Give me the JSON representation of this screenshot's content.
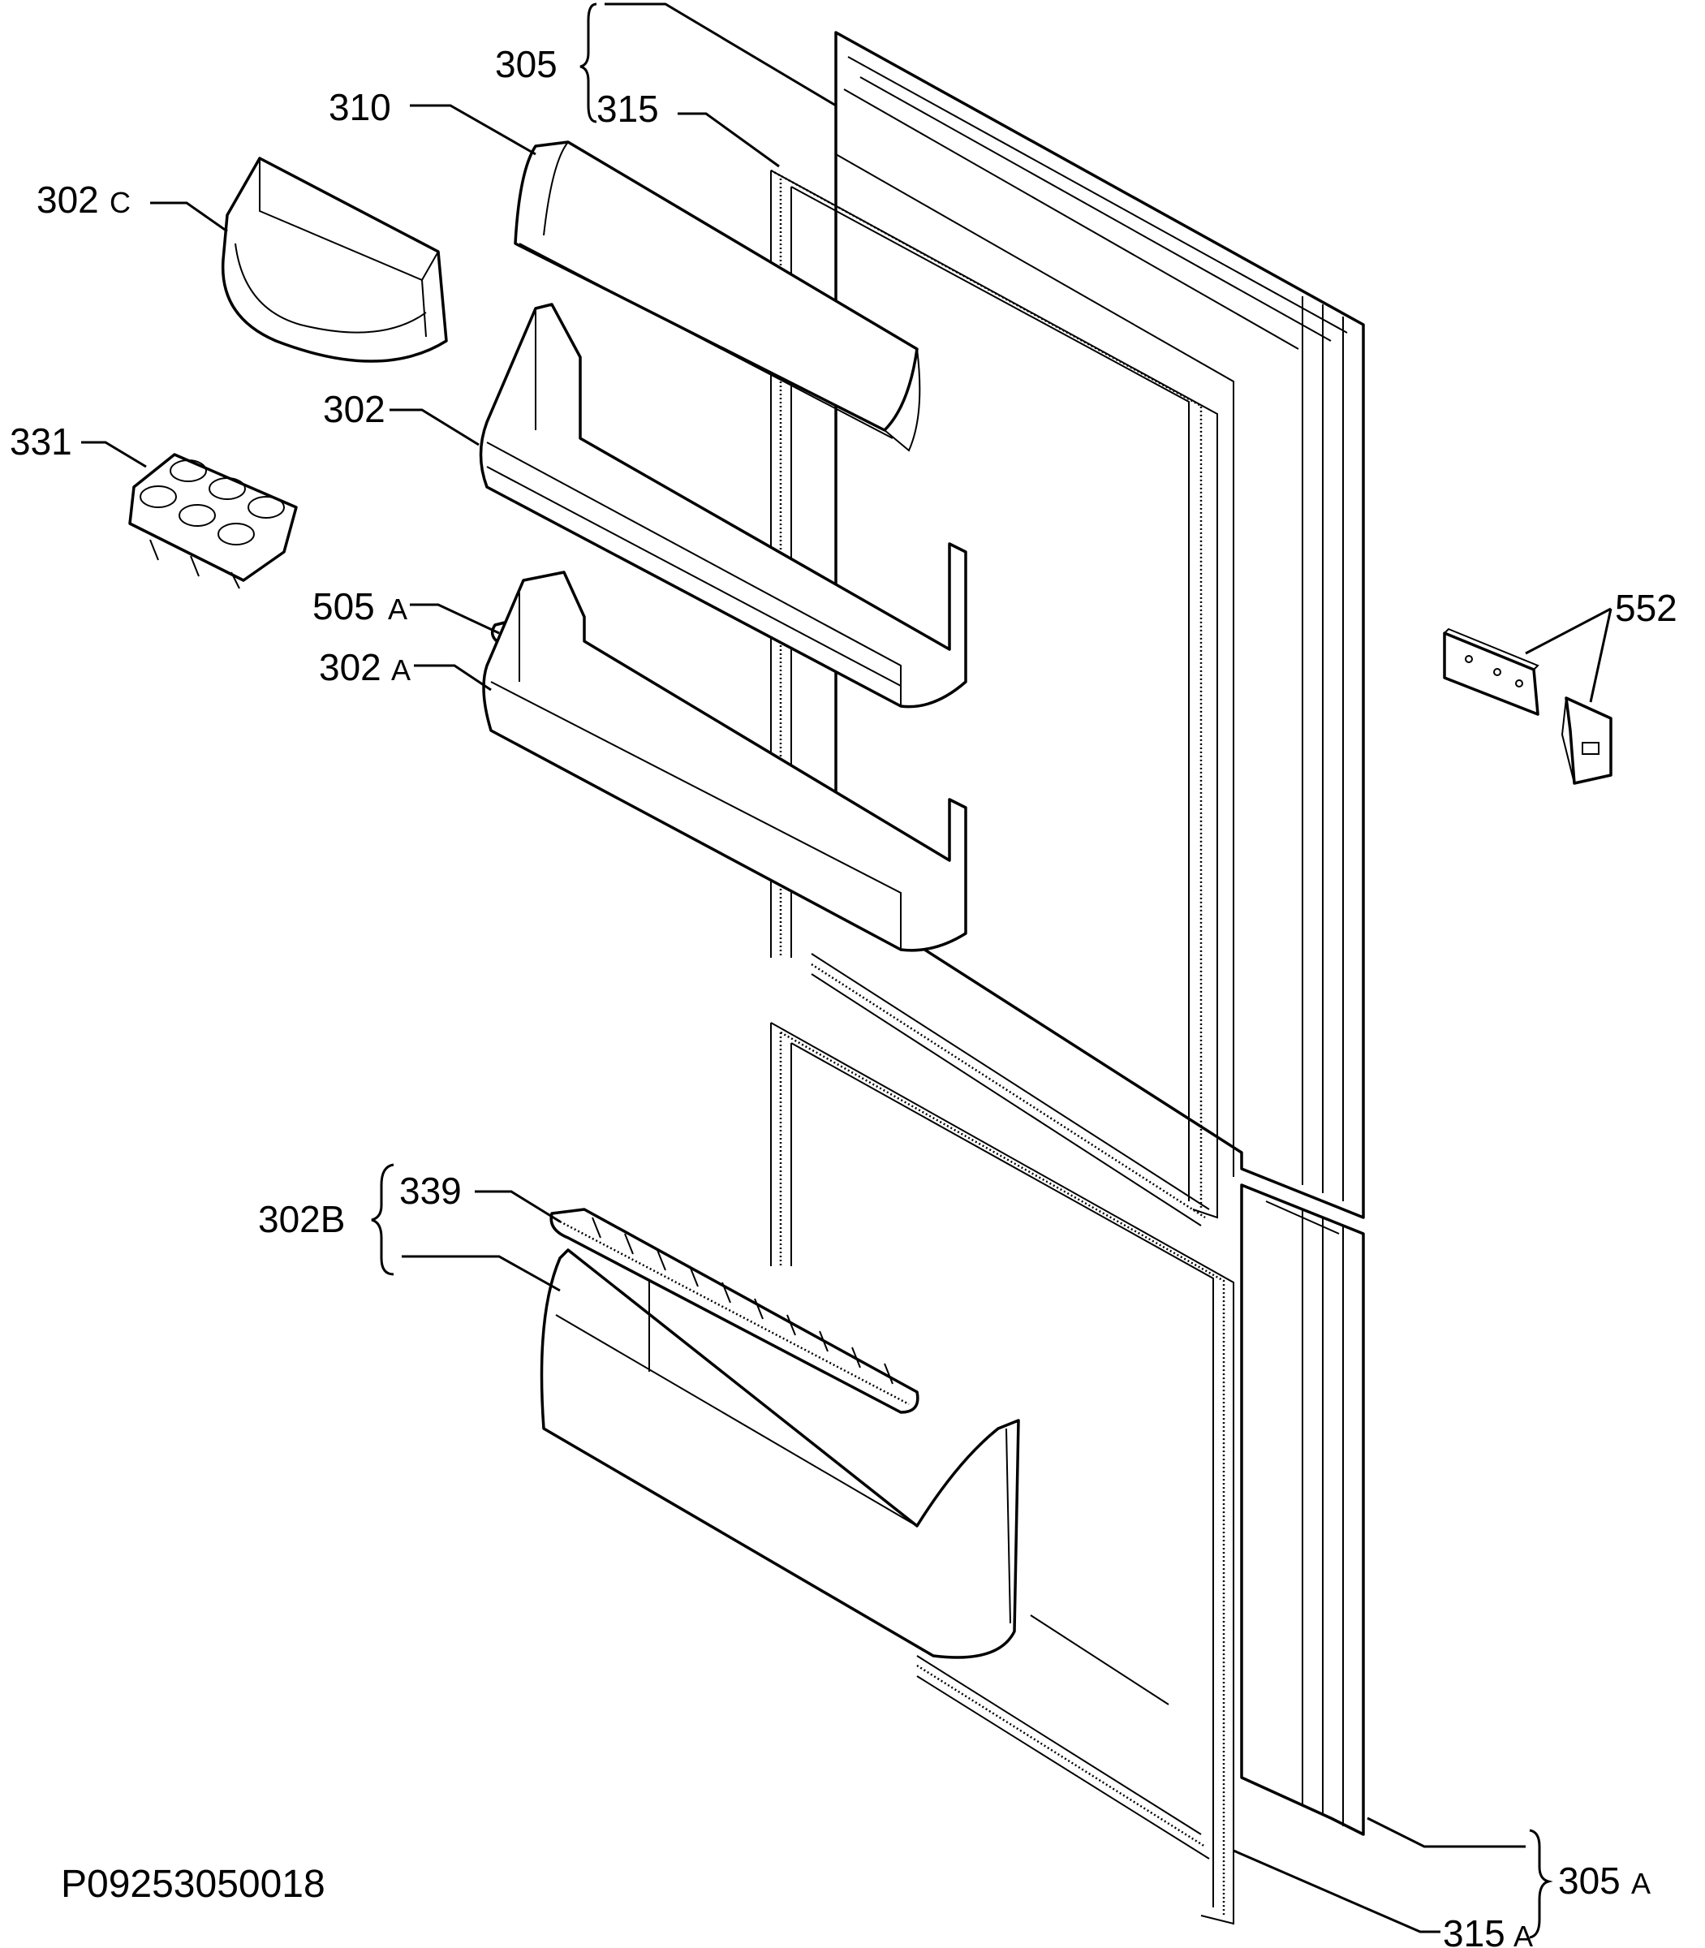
{
  "drawing_code": "P09253050018",
  "labels": {
    "l305": "305",
    "l315": "315",
    "l310": "310",
    "l302c": "302",
    "l302c_sub": "C",
    "l302": "302",
    "l331": "331",
    "l505a": "505",
    "l505a_sub": "A",
    "l302a": "302",
    "l302a_sub": "A",
    "l552": "552",
    "l302b": "302B",
    "l339": "339",
    "l305a": "305",
    "l305a_sub": "A",
    "l315a": "315",
    "l315a_sub": "A"
  }
}
